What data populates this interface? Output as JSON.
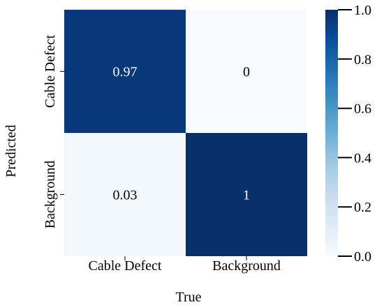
{
  "chart_data": {
    "type": "heatmap",
    "title": "",
    "xlabel": "True",
    "ylabel": "Predicted",
    "x_categories": [
      "Cable Defect",
      "Background"
    ],
    "y_categories": [
      "Cable Defect",
      "Background"
    ],
    "values": [
      [
        0.97,
        0
      ],
      [
        0.03,
        1
      ]
    ],
    "cell_labels": [
      [
        "0.97",
        "0"
      ],
      [
        "0.03",
        "1"
      ]
    ],
    "colorbar": {
      "range": [
        0.0,
        1.0
      ],
      "ticks": [
        0.0,
        0.2,
        0.4,
        0.6,
        0.8,
        1.0
      ],
      "tick_labels": [
        "0.0",
        "0.2",
        "0.4",
        "0.6",
        "0.8",
        "1.0"
      ]
    },
    "colormap": "Blues",
    "colors": {
      "low": "#f7fbff",
      "high": "#08306b"
    },
    "grid": false
  }
}
